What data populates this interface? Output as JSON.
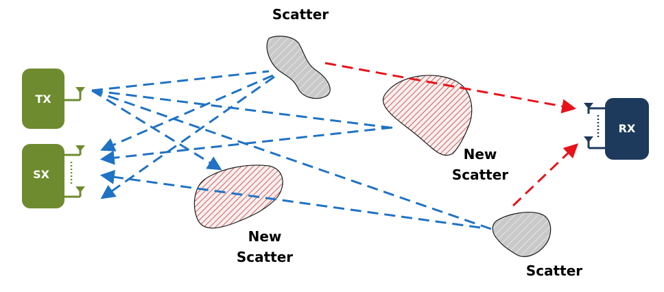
{
  "nodes": {
    "tx": {
      "label": "TX",
      "color": "#6e8b2f"
    },
    "sx": {
      "label": "SX",
      "color": "#6e8b2f"
    },
    "rx": {
      "label": "RX",
      "color": "#1d3a5c"
    }
  },
  "labels": {
    "scatter_top": "Scatter",
    "scatter_bottom": "Scatter",
    "new_scatter_right_line1": "New",
    "new_scatter_right_line2": "Scatter",
    "new_scatter_mid_line1": "New",
    "new_scatter_mid_line2": "Scatter"
  },
  "colors": {
    "blue_path": "#1f72c4",
    "red_path": "#e8121a",
    "scatter_gray": "#c8c8c8",
    "new_scatter_hatch": "#c0504d",
    "antenna_green": "#6e8b2f",
    "antenna_navy": "#1d3a5c"
  }
}
